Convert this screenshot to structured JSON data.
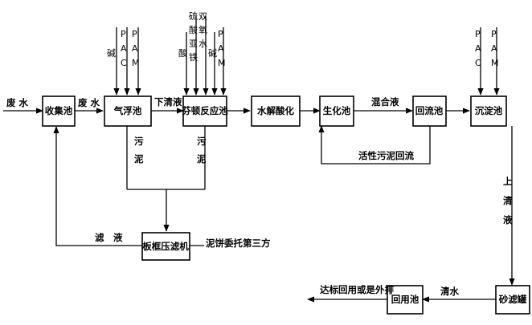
{
  "units": {
    "collection": "收集池",
    "flotation": "气浮池",
    "fenton": "芬顿反应池",
    "hydrolysis": "水解酸化",
    "biochem": "生化池",
    "reflux": "回流池",
    "sedimentation": "沉淀池",
    "press": "板框压滤机",
    "sandfilter": "砂滤罐",
    "reuse": "回用池"
  },
  "flow_labels": {
    "wastewater_in": "废 水",
    "wastewater": "废 水",
    "supernatant_fenton": "下清液",
    "mixed_liquor": "混合液",
    "sludge_return": "活性污泥回流",
    "sludge1": "污泥",
    "sludge2": "污泥",
    "filtrate": "滤　液",
    "cake": "泥饼委托第三方",
    "supernatant": "上清液",
    "clear_water": "清水",
    "discharge": "达标回用或是外排"
  },
  "chemicals": {
    "alkali1": "碱",
    "pac1": "PAC",
    "pam1": "PAM",
    "acid": "酸",
    "ferrous_sulfate": "硫酸亚铁",
    "peroxide": "双氧水",
    "alkali2": "碱",
    "pam2": "PAM",
    "pac3": "PAC",
    "pam3": "PAM"
  }
}
